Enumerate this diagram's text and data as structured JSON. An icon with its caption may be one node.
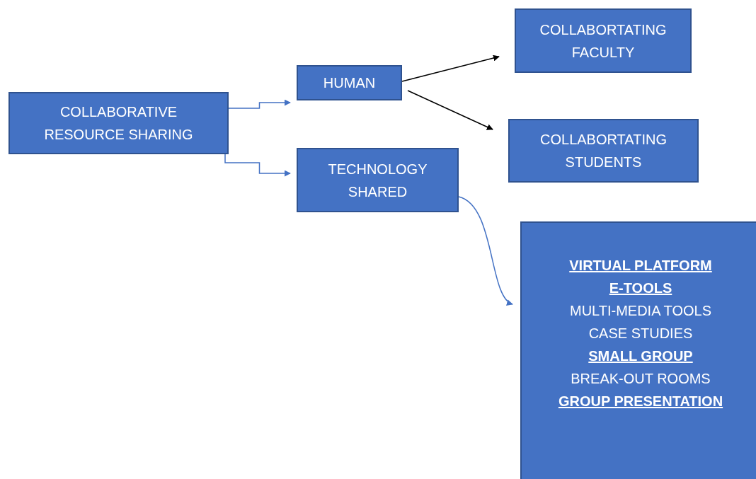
{
  "diagram": {
    "nodes": [
      {
        "text": [
          "COLLABORATIVE RESOURCE SHARING"
        ]
      },
      {
        "text": [
          "HUMAN"
        ]
      },
      {
        "text": [
          "TECHNOLOGY SHARED"
        ]
      },
      {
        "text": [
          "COLLABORTATING FACULTY"
        ]
      },
      {
        "text": [
          "COLLABORTATING STUDENTS"
        ]
      },
      {
        "text": [
          "VIRTUAL PLATFORM",
          "E-TOOLS",
          "MULTI-MEDIA TOOLS",
          "CASE STUDIES",
          "SMALL GROUP",
          "BREAK-OUT ROOMS",
          "GROUP PRESENTATION"
        ]
      }
    ],
    "edges": [
      {
        "from": 0,
        "to": 1,
        "arrow": "to"
      },
      {
        "from": 0,
        "to": 2,
        "arrow": "to"
      },
      {
        "from": 1,
        "to": 3,
        "arrow": "to",
        "color": "#000000"
      },
      {
        "from": 1,
        "to": 4,
        "arrow": "to",
        "color": "#000000"
      },
      {
        "from": 2,
        "to": 5,
        "arrow": "to"
      }
    ]
  }
}
